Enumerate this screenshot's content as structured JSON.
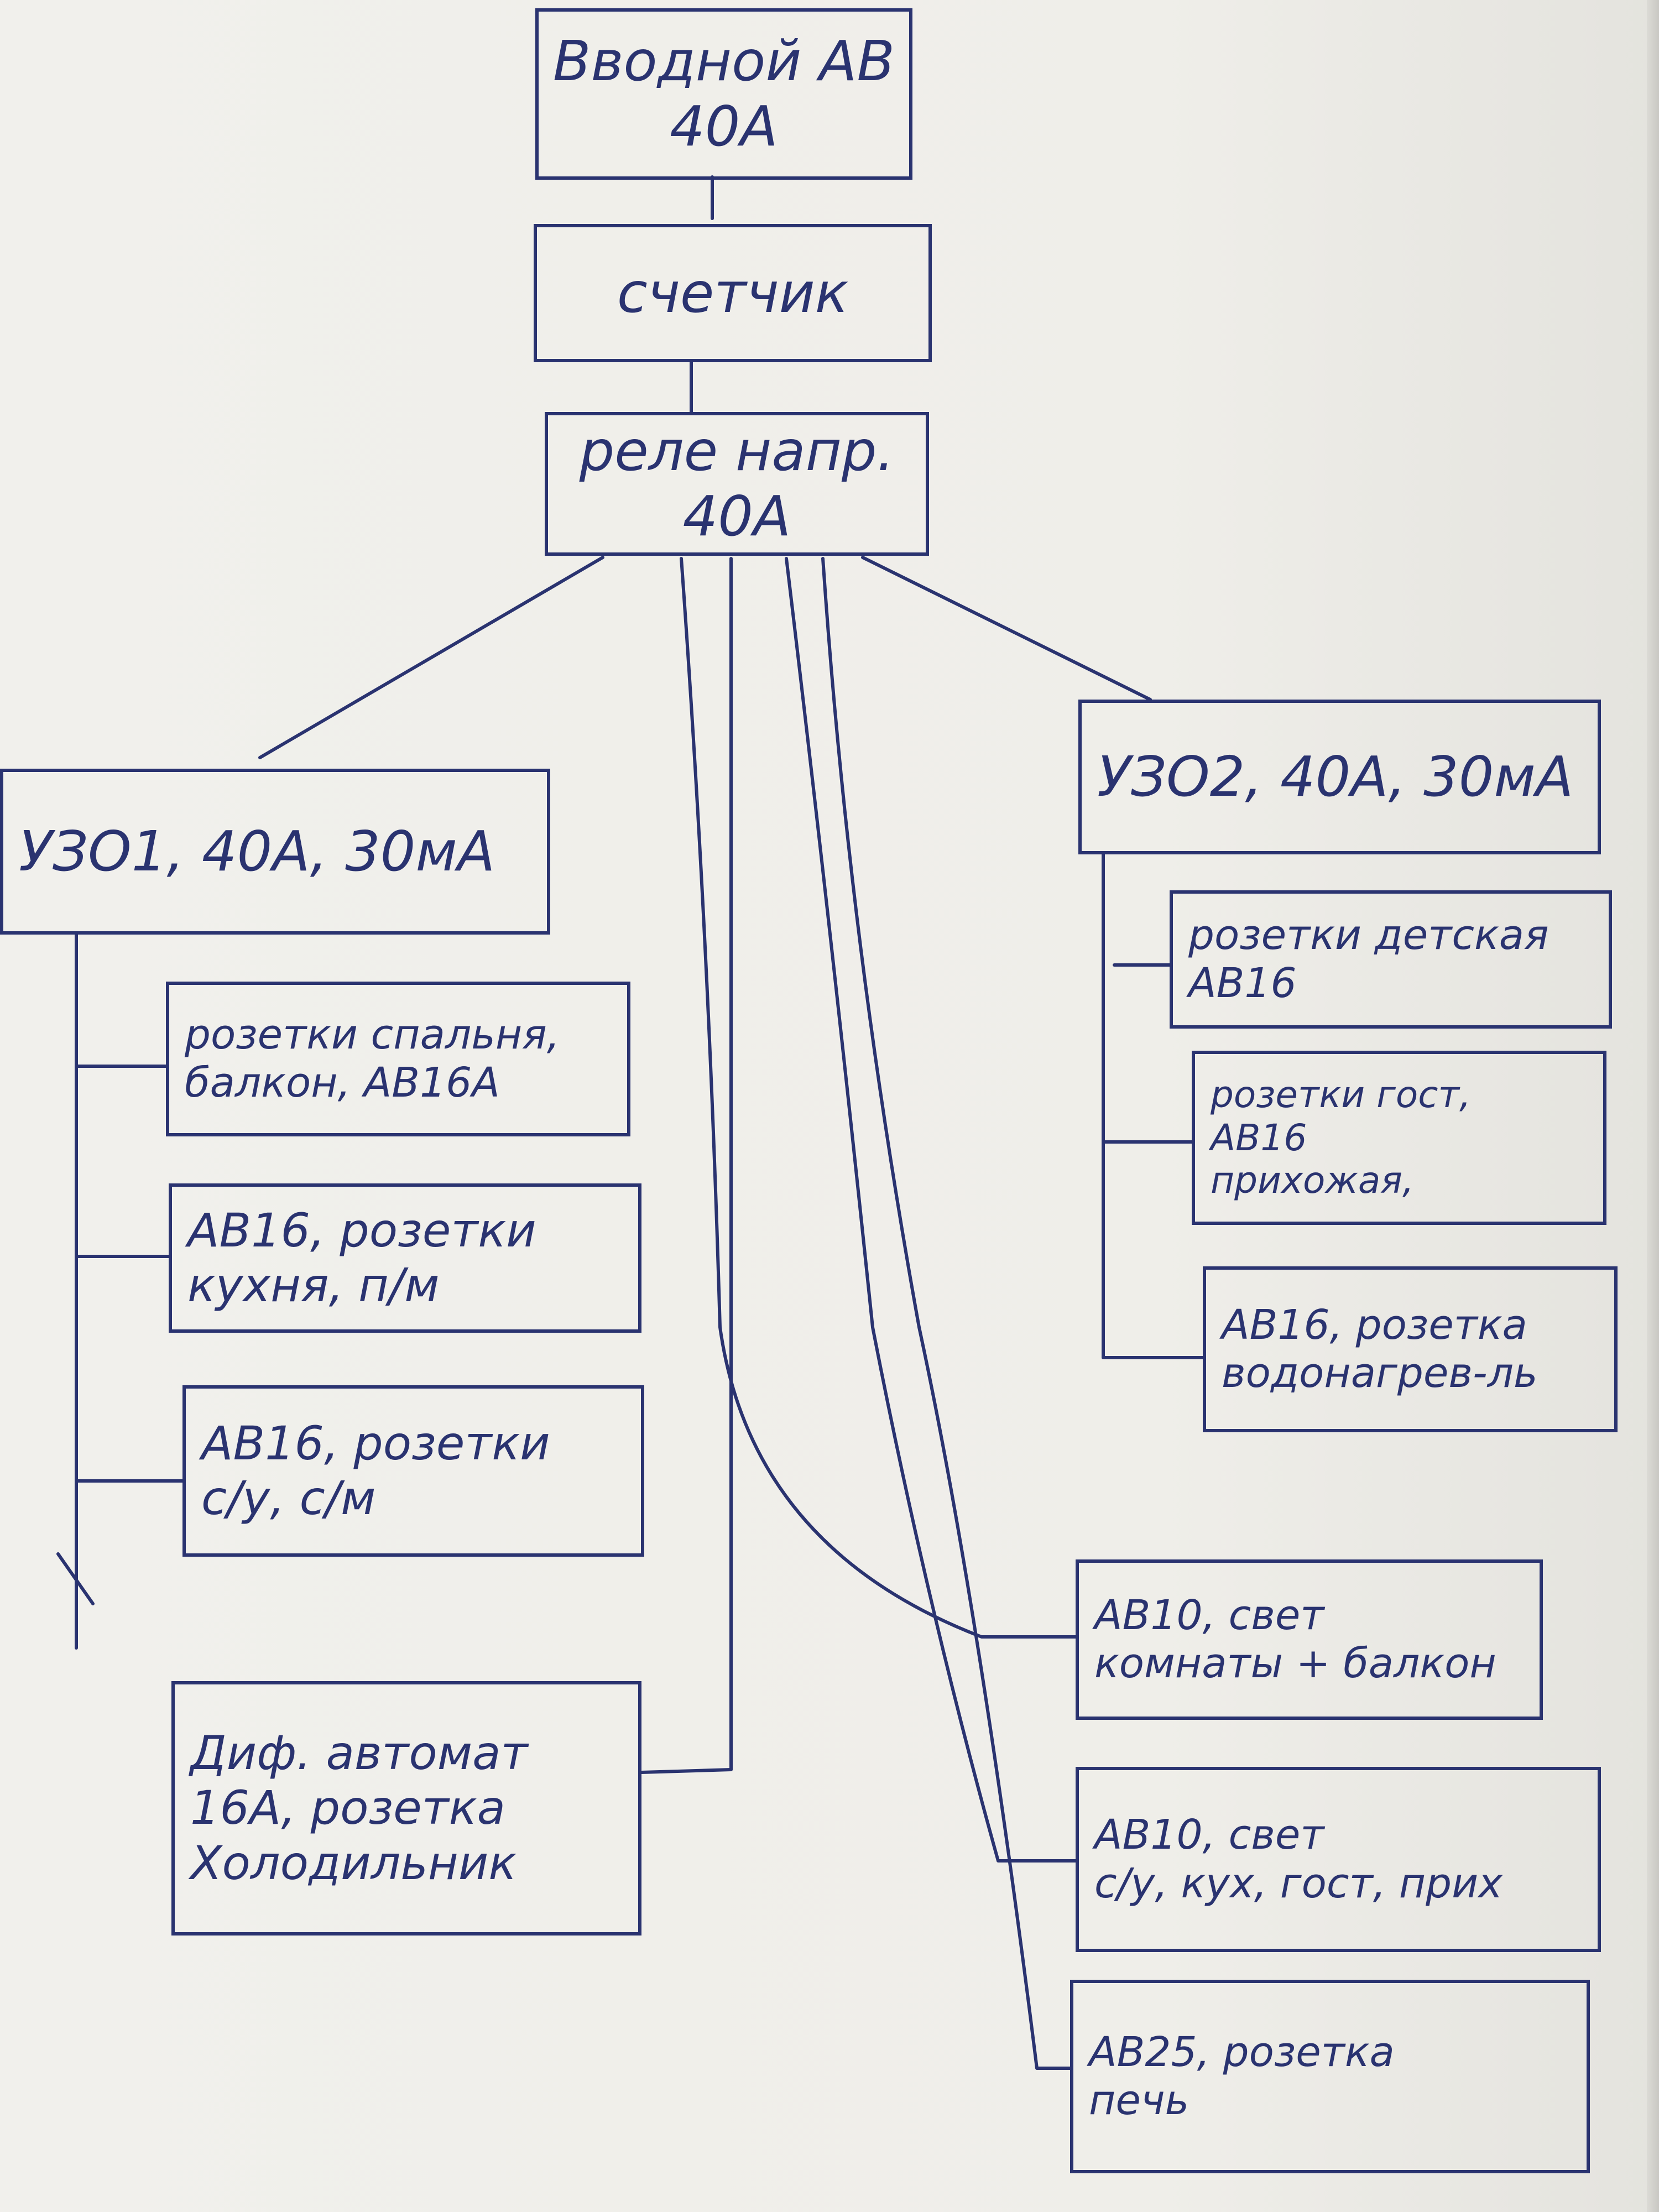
{
  "nodes": {
    "input_breaker": {
      "lines": [
        "Вводной АВ",
        "40А"
      ]
    },
    "meter": {
      "lines": [
        "счетчик"
      ]
    },
    "voltage_relay": {
      "lines": [
        "реле напр.",
        "40А"
      ]
    },
    "rcd1": {
      "lines": [
        "УЗО1, 40А, 30мА"
      ]
    },
    "rcd2": {
      "lines": [
        "УЗО2, 40А, 30мА"
      ]
    },
    "rcd1_sockets_bedroom": {
      "lines": [
        "розетки спальня,",
        "балкон, АВ16А"
      ]
    },
    "rcd1_sockets_kitchen": {
      "lines": [
        "АВ16, розетки",
        "кухня, п/м"
      ]
    },
    "rcd1_sockets_bathroom": {
      "lines": [
        "АВ16, розетки",
        "с/у, с/м"
      ]
    },
    "rcbo_fridge": {
      "lines": [
        "Диф. автомат",
        "16А, розетка",
        "Холодильник"
      ]
    },
    "rcd2_sockets_children": {
      "lines": [
        "розетки детская",
        "АВ16"
      ]
    },
    "rcd2_sockets_living": {
      "lines": [
        "розетки гост,",
        "АВ16",
        "прихожая,"
      ]
    },
    "rcd2_socket_heater": {
      "lines": [
        "АВ16, розетка",
        "водонагрев-ль"
      ]
    },
    "light_rooms": {
      "lines": [
        "АВ10, свет",
        "комнаты + балкон"
      ]
    },
    "light_bath_kitchen": {
      "lines": [
        "АВ10, свет",
        "с/у, кух, гост, прих"
      ]
    },
    "socket_oven": {
      "lines": [
        "АВ25, розетка",
        "печь"
      ]
    }
  },
  "colors": {
    "ink": "#2a3370",
    "paper": "#f1f0ec"
  }
}
